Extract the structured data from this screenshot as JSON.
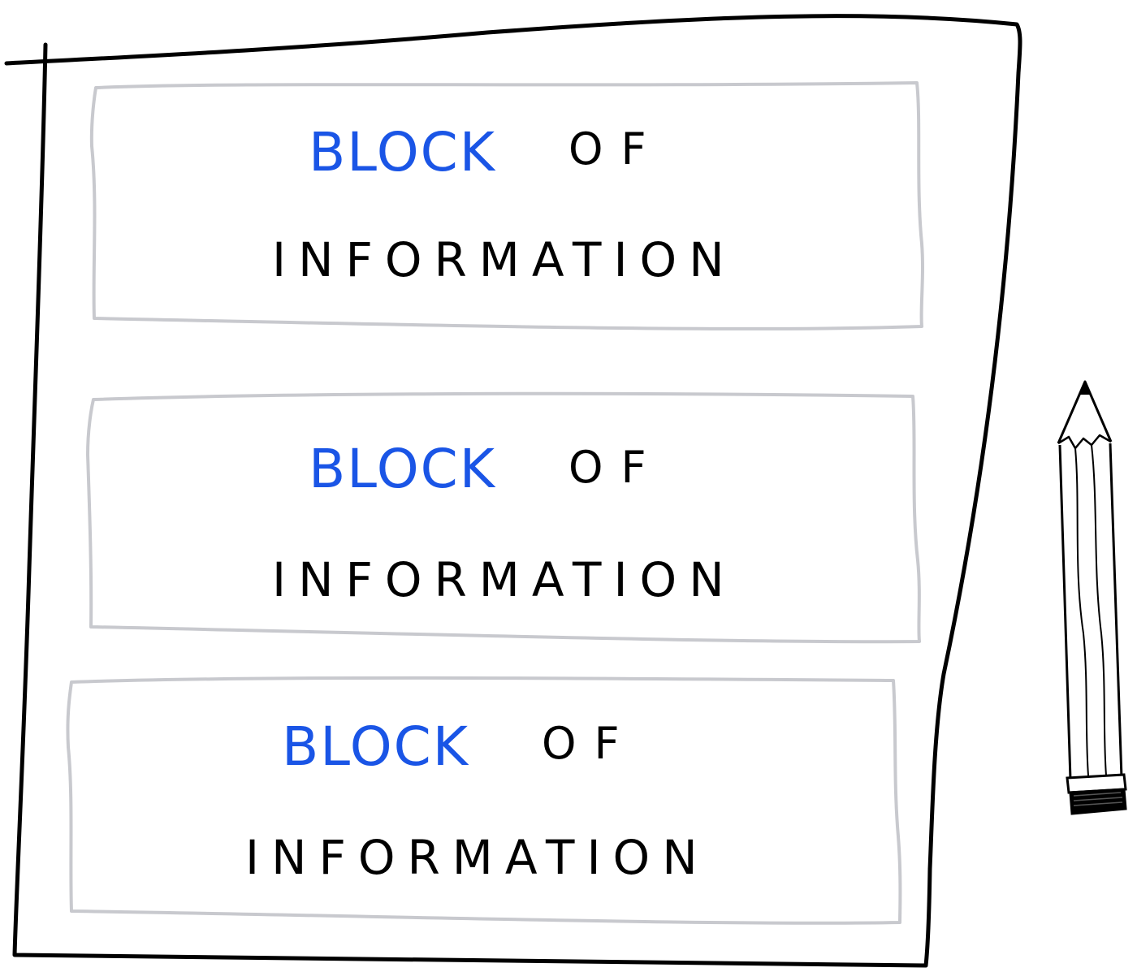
{
  "colors": {
    "paper_outline": "#000000",
    "block_outline": "#c8c9ce",
    "accent_text": "#1a55e6",
    "body_text": "#000000",
    "background": "#ffffff"
  },
  "blocks": [
    {
      "word1": "BLOCK",
      "word2": "OF",
      "word3": "INFORMATION"
    },
    {
      "word1": "BLOCK",
      "word2": "OF",
      "word3": "INFORMATION"
    },
    {
      "word1": "BLOCK",
      "word2": "OF",
      "word3": "INFORMATION"
    }
  ],
  "icons": {
    "pencil": "pencil-icon"
  }
}
